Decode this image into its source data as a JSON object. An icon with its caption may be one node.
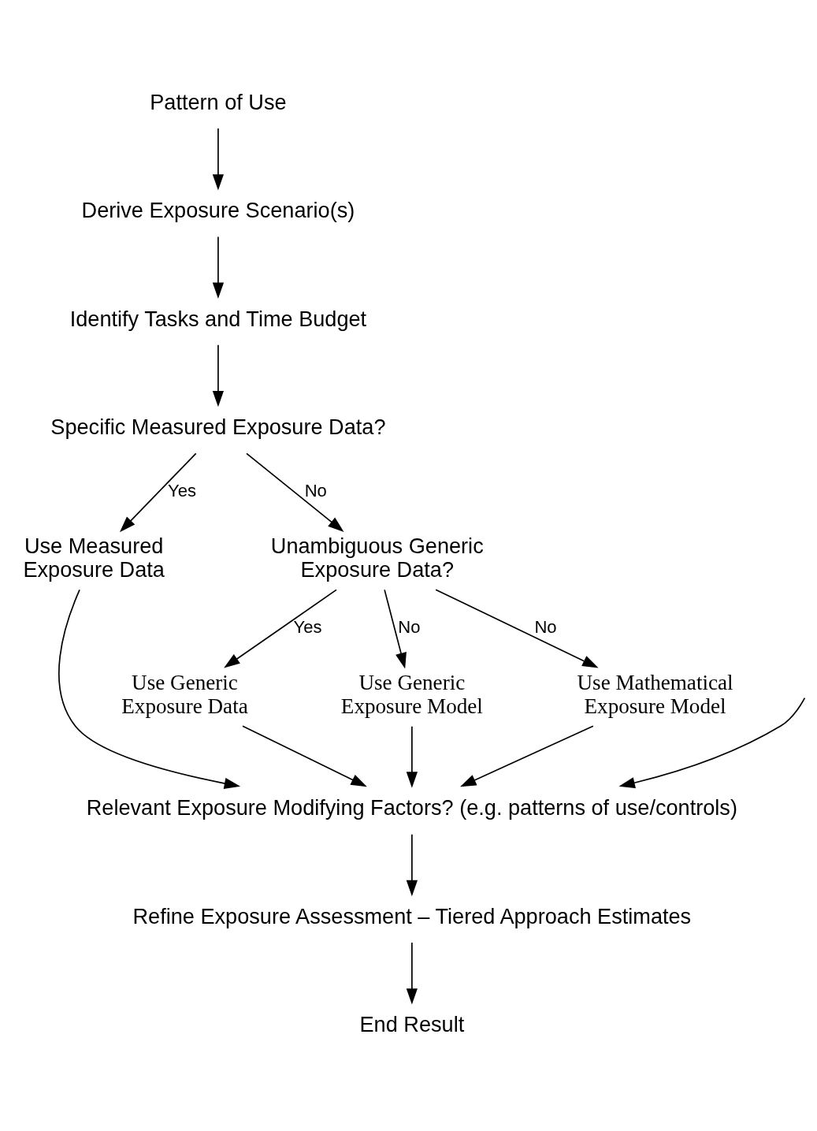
{
  "diagram": {
    "nodes": [
      {
        "text": [
          "Pattern of Use"
        ]
      },
      {
        "text": [
          "Derive Exposure Scenario(s)"
        ]
      },
      {
        "text": [
          "Identify Tasks and Time Budget"
        ]
      },
      {
        "text": [
          "Specific Measured Exposure Data?"
        ]
      },
      {
        "text": [
          "Use Measured Exposure Data"
        ]
      },
      {
        "text": [
          "Unambiguous Generic Exposure Data?"
        ]
      },
      {
        "text": [
          "Use Generic Exposure Data"
        ]
      },
      {
        "text": [
          "Use Generic Exposure Model"
        ]
      },
      {
        "text": [
          "Use Mathematical Exposure Model"
        ]
      },
      {
        "text": [
          "Relevant Exposure Modifying Factors? (e.g. patterns of use/controls)"
        ]
      },
      {
        "text": [
          "Refine Exposure Assessment – Tiered Approach Estimates"
        ]
      },
      {
        "text": [
          "End Result"
        ]
      }
    ],
    "edges": [
      {
        "from": 0,
        "to": 1,
        "arrow": "to"
      },
      {
        "from": 1,
        "to": 2,
        "arrow": "to"
      },
      {
        "from": 2,
        "to": 3,
        "arrow": "to"
      },
      {
        "from": 3,
        "to": 4,
        "arrow": "to",
        "label": "Yes"
      },
      {
        "from": 3,
        "to": 5,
        "arrow": "to",
        "label": "No"
      },
      {
        "from": 5,
        "to": 6,
        "arrow": "to",
        "label": "Yes"
      },
      {
        "from": 5,
        "to": 7,
        "arrow": "to",
        "label": "No"
      },
      {
        "from": 5,
        "to": 8,
        "arrow": "to",
        "label": "No"
      },
      {
        "from": null,
        "to": 9,
        "arrow": "to"
      },
      {
        "from": 4,
        "to": 9,
        "arrow": "to"
      },
      {
        "from": 6,
        "to": 9,
        "arrow": "to"
      },
      {
        "from": 7,
        "to": 9,
        "arrow": "to"
      },
      {
        "from": 8,
        "to": 9,
        "arrow": "to"
      },
      {
        "from": 9,
        "to": 10,
        "arrow": "to"
      },
      {
        "from": 10,
        "to": 11,
        "arrow": "to"
      }
    ]
  }
}
